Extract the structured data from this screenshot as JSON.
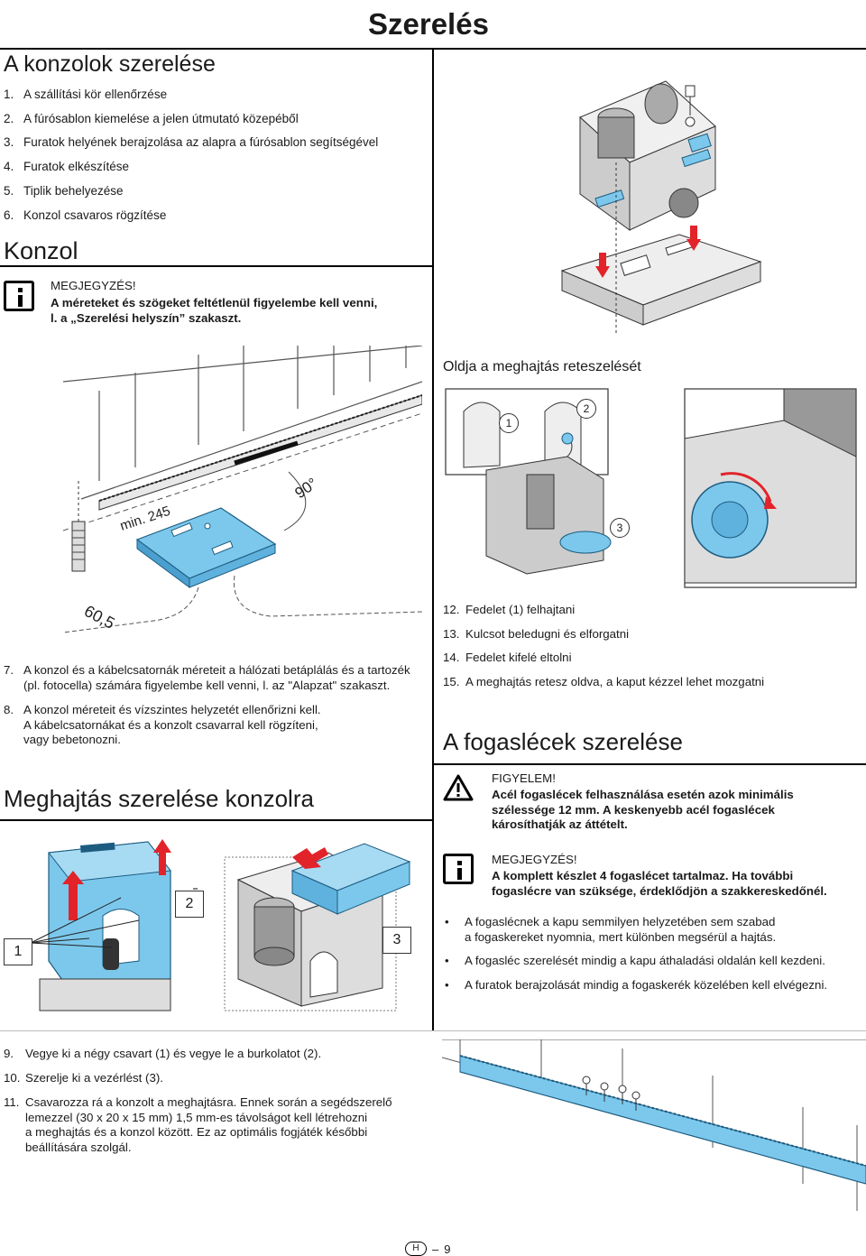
{
  "header": {
    "title": "Szerelés"
  },
  "section_brackets": {
    "title": "A konzolok szerelése",
    "steps": [
      {
        "num": "1.",
        "text": "A szállítási kör ellenőrzése"
      },
      {
        "num": "2.",
        "text": "A fúrósablon kiemelése a jelen útmutató közepéből"
      },
      {
        "num": "3.",
        "text": "Furatok helyének berajzolása az alapra a fúrósablon segítségével"
      },
      {
        "num": "4.",
        "text": "Furatok elkészítése"
      },
      {
        "num": "5.",
        "text": "Tiplik behelyezése"
      },
      {
        "num": "6.",
        "text": "Konzol csavaros rögzítése"
      }
    ]
  },
  "section_konzol": {
    "title": "Konzol",
    "note_title": "MEGJEGYZÉS!",
    "note_line1": "A méreteket és szögeket feltétlenül figyelembe kell venni,",
    "note_line2": "l. a „Szerelési helyszín” szakaszt.",
    "figure_labels": {
      "min": "min. 245",
      "angle": "90°",
      "width": "60,5"
    },
    "step7_num": "7.",
    "step7_line1": "A konzol és a kábelcsatornák méreteit a hálózati betáplálás és a tartozék",
    "step7_line2": "(pl. fotocella) számára figyelembe kell venni, l. az \"Alapzat\" szakaszt.",
    "step8_num": "8.",
    "step8_line1": "A konzol méreteit és vízszintes helyzetét ellenőrizni kell.",
    "step8_line2": "A kábelcsatornákat és a konzolt csavarral kell rögzíteni,",
    "step8_line3": "vagy bebetonozni."
  },
  "section_unlock": {
    "title": "Oldja a meghajtás reteszelését",
    "callouts": [
      "1",
      "2",
      "3"
    ],
    "steps": [
      {
        "num": "12.",
        "text": "Fedelet (1) felhajtani"
      },
      {
        "num": "13.",
        "text": "Kulcsot beledugni és elforgatni"
      },
      {
        "num": "14.",
        "text": "Fedelet kifelé eltolni"
      },
      {
        "num": "15.",
        "text": "A meghajtás retesz oldva, a kaput kézzel lehet mozgatni"
      }
    ]
  },
  "section_mount": {
    "title": "Meghajtás szerelése konzolra",
    "callouts": [
      "1",
      "2",
      "3"
    ],
    "step9_num": "9.",
    "step9_text": "Vegye ki a négy csavart (1) és vegye le a burkolatot (2).",
    "step10_num": "10.",
    "step10_text": "Szerelje ki a vezérlést (3).",
    "step11_num": "11.",
    "step11_line1": "Csavarozza rá a konzolt a meghajtásra. Ennek során a segédszerelő",
    "step11_line2": "lemezzel (30 x 20 x 15 mm) 1,5 mm-es távolságot kell létrehozni",
    "step11_line3": "a meghajtás és a konzol között. Ez az optimális fogjáték későbbi",
    "step11_line4": "beállítására szolgál."
  },
  "section_rack": {
    "title": "A fogaslécek szerelése",
    "warning_title": "FIGYELEM!",
    "warning_line1": "Acél fogaslécek felhasználása esetén azok minimális",
    "warning_line2": "szélessége 12 mm. A keskenyebb acél fogaslécek",
    "warning_line3": "károsíthatják az áttételt.",
    "note_title": "MEGJEGYZÉS!",
    "note_line1": "A komplett készlet 4 fogaslécet tartalmaz. Ha további",
    "note_line2": "fogaslécre van szüksége, érdeklődjön a szakkereskedőnél.",
    "bullets": [
      {
        "line1": "A fogaslécnek a kapu semmilyen helyzetében sem szabad",
        "line2": "a fogaskereket nyomnia, mert különben megsérül a hajtás."
      },
      {
        "line1": "A fogasléc szerelését mindig a kapu áthaladási oldalán kell kezdeni.",
        "line2": ""
      },
      {
        "line1": "A furatok berajzolását mindig a fogaskerék közelében kell elvégezni.",
        "line2": ""
      }
    ]
  },
  "footer": {
    "lang": "H",
    "separator": "–",
    "page": "9"
  },
  "colors": {
    "accent_blue": "#7cc8ec",
    "arrow_red": "#e2232a"
  }
}
